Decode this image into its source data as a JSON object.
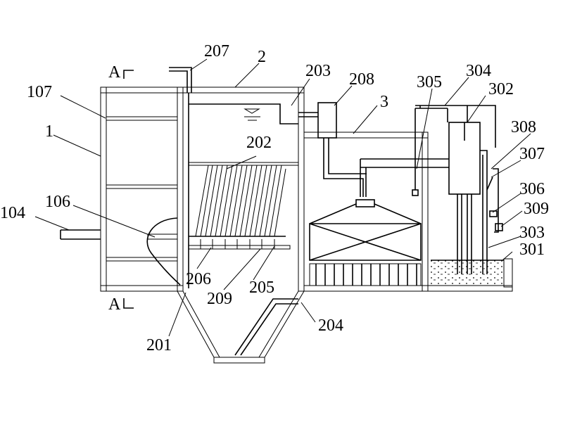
{
  "diagram": {
    "labels": {
      "section_a_top": "A",
      "section_a_bottom": "A",
      "l1": "1",
      "l2": "2",
      "l3": "3",
      "l104": "104",
      "l106": "106",
      "l107": "107",
      "l201": "201",
      "l202": "202",
      "l203": "203",
      "l204": "204",
      "l205": "205",
      "l206": "206",
      "l207": "207",
      "l208": "208",
      "l209": "209",
      "l301": "301",
      "l302": "302",
      "l303": "303",
      "l304": "304",
      "l305": "305",
      "l306": "306",
      "l307": "307",
      "l308": "308",
      "l309": "309"
    }
  }
}
